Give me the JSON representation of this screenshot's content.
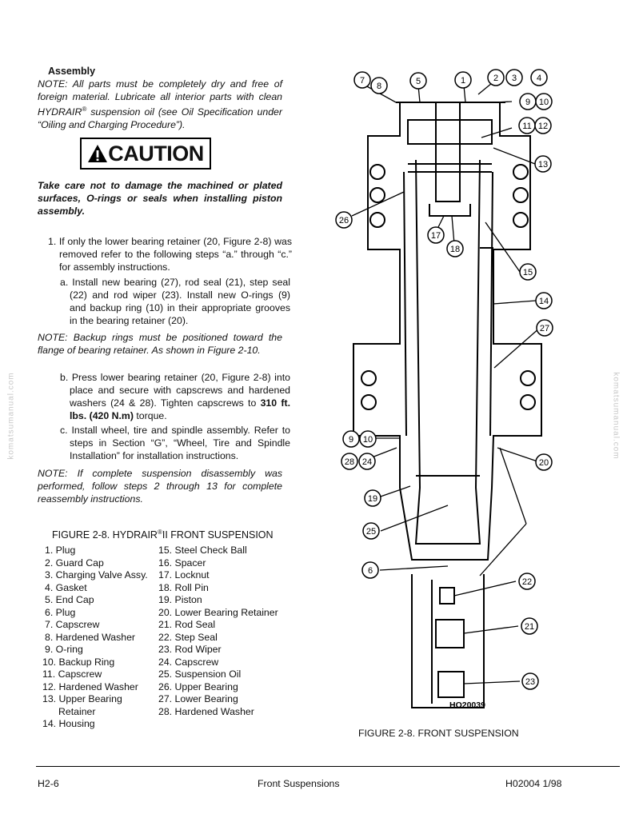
{
  "assembly": {
    "heading": "Assembly",
    "note_1": "NOTE: All parts must be completely dry and free of foreign material. Lubricate all interior parts with clean HYDRAIR",
    "note_1_reg": "®",
    "note_1_rest": " suspension oil (see Oil Specification under “Oiling and Charging Procedure”).",
    "caution_word": "CAUTION",
    "caution_text": "Take care not to damage the machined or plated surfaces, O-rings or seals when installing piston assembly.",
    "step_1": "1. If only the lower bearing retainer (20, Figure 2-8) was removed refer to the following steps “a.” through “c.” for assembly instructions.",
    "step_a": "a. Install new bearing (27), rod seal (21), step seal (22) and rod wiper (23). Install new O-rings (9) and backup ring (10) in their appropriate grooves in the bearing retainer (20).",
    "note_2": "NOTE: Backup rings must be positioned toward the flange of bearing retainer. As shown in Figure 2-10.",
    "step_b": "b. Press lower bearing retainer (20, Figure 2-8) into place and secure with capscrews and hardened washers (24 & 28). Tighten capscrews to ",
    "step_b_torque": "310 ft. lbs. (420 N.m)",
    "step_b_end": " torque.",
    "step_c": "c. Install wheel, tire and spindle assembly. Refer to steps in Section “G”, “Wheel, Tire and Spindle Installation” for installation instructions.",
    "note_3": "NOTE: If complete suspension disassembly was performed, follow steps 2 through 13 for complete reassembly instructions."
  },
  "parts_list": {
    "title_a": "FIGURE 2-8. HYDRAIR",
    "title_reg": "®",
    "title_b": "II FRONT SUSPENSION",
    "left": [
      "1. Plug",
      "2. Guard Cap",
      "3. Charging Valve Assy.",
      "4. Gasket",
      "5. End Cap",
      "6. Plug",
      "7. Capscrew",
      "8. Hardened Washer",
      "9. O-ring",
      "10. Backup Ring",
      "11. Capscrew",
      "12. Hardened Washer",
      "13. Upper Bearing",
      "Retainer",
      "14. Housing"
    ],
    "right": [
      "15. Steel Check Ball",
      "16. Spacer",
      "17. Locknut",
      "18. Roll Pin",
      "19. Piston",
      "20. Lower Bearing Retainer",
      "21. Rod Seal",
      "22. Step Seal",
      "23. Rod Wiper",
      "24. Capscrew",
      "25. Suspension Oil",
      "26. Upper Bearing",
      "27. Lower Bearing",
      "28. Hardened Washer"
    ]
  },
  "figure": {
    "caption": "FIGURE 2-8. FRONT SUSPENSION",
    "code": "HO20039",
    "callouts": [
      "7",
      "8",
      "5",
      "1",
      "2",
      "3",
      "4",
      "9",
      "10",
      "11",
      "12",
      "13",
      "26",
      "17",
      "18",
      "15",
      "14",
      "27",
      "9",
      "10",
      "28",
      "24",
      "20",
      "19",
      "25",
      "6",
      "22",
      "21",
      "23"
    ]
  },
  "watermark": "komatsumanual.com",
  "footer": {
    "left": "H2-6",
    "center": "Front Suspensions",
    "right": "H02004 1/98"
  }
}
